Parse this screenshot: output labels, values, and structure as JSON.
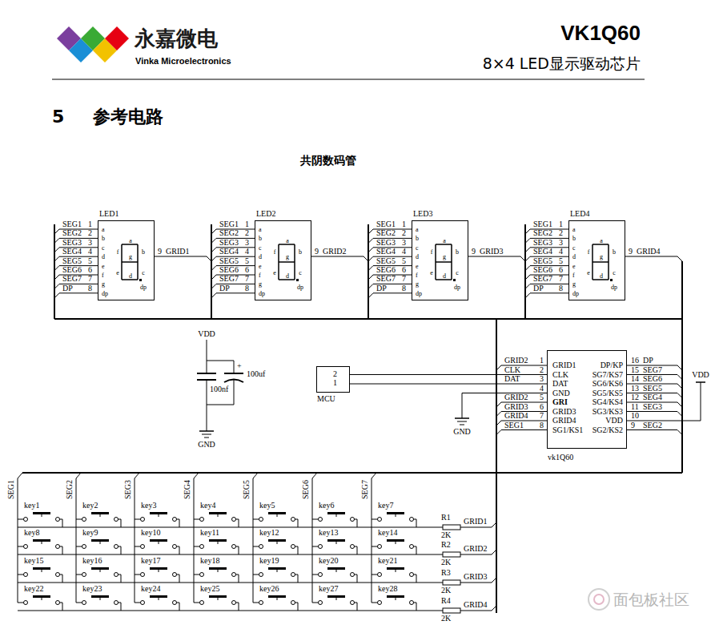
{
  "diagram": {
    "title": "5 参考电路",
    "nodes": [
      {
        "text": [
          "LED1",
          "a",
          "b",
          "c",
          "d",
          "e",
          "f",
          "g",
          "dp",
          "a",
          "f",
          "b",
          "g",
          "e",
          "c",
          "d",
          "dp"
        ]
      },
      {
        "text": [
          "LED2",
          "a",
          "b",
          "c",
          "d",
          "e",
          "f",
          "g",
          "dp",
          "a",
          "f",
          "b",
          "g",
          "e",
          "c",
          "d",
          "dp"
        ]
      },
      {
        "text": [
          "LED3",
          "a",
          "b",
          "c",
          "d",
          "e",
          "f",
          "g",
          "dp",
          "a",
          "f",
          "b",
          "g",
          "e",
          "c",
          "d",
          "dp"
        ]
      },
      {
        "text": [
          "LED4",
          "a",
          "b",
          "c",
          "d",
          "e",
          "f",
          "g",
          "dp",
          "a",
          "f",
          "b",
          "g",
          "e",
          "c",
          "d",
          "dp"
        ]
      },
      {
        "text": [
          "2",
          "1",
          "MCU"
        ]
      },
      {
        "text": [
          "GRID1",
          "CLK",
          "DAT",
          "GND",
          "GRI",
          "GRID3",
          "GRID4",
          "SG1/KS1",
          "DP/KP",
          "SG7/KS7",
          "SG6/KS6",
          "SG5/KS5",
          "SG4/KS4",
          "SG3/KS3",
          "VDD",
          "SG2/KS2",
          "vk1Q60"
        ]
      }
    ],
    "edges": [
      {
        "from": 4,
        "to": 5,
        "arrow": "none"
      },
      {
        "from": 4,
        "to": 5,
        "arrow": "none"
      }
    ],
    "labels": [
      "永嘉微电",
      "Vinka Microelectronics",
      "VK1Q60",
      "8×4 LED显示驱动芯片",
      "共阴数码管",
      "SEG1",
      "1",
      "SEG2",
      "2",
      "SEG3",
      "3",
      "SEG4",
      "4",
      "SEG5",
      "5",
      "SEG6",
      "6",
      "SEG7",
      "7",
      "DP",
      "8",
      "9",
      "GRID1",
      "SEG1",
      "1",
      "SEG2",
      "2",
      "SEG3",
      "3",
      "SEG4",
      "4",
      "SEG5",
      "5",
      "SEG6",
      "6",
      "SEG7",
      "7",
      "DP",
      "8",
      "9",
      "GRID2",
      "SEG1",
      "1",
      "SEG2",
      "2",
      "SEG3",
      "3",
      "SEG4",
      "4",
      "SEG5",
      "5",
      "SEG6",
      "6",
      "SEG7",
      "7",
      "DP",
      "8",
      "9",
      "GRID3",
      "SEG1",
      "1",
      "SEG2",
      "2",
      "SEG3",
      "3",
      "SEG4",
      "4",
      "SEG5",
      "5",
      "SEG6",
      "6",
      "SEG7",
      "7",
      "DP",
      "8",
      "9",
      "GRID4",
      "VDD",
      "+",
      "100uf",
      "100nf",
      "GND",
      "GRID2",
      "1",
      "CLK",
      "2",
      "DAT",
      "3",
      "4",
      "GRID2",
      "5",
      "GRID3",
      "6",
      "GRID4",
      "7",
      "SEG1",
      "8",
      "16",
      "DP",
      "15",
      "SEG7",
      "14",
      "SEG6",
      "13",
      "SEG5",
      "12",
      "SEG4",
      "11",
      "SEG3",
      "10",
      "9",
      "SEG2",
      "VDD",
      "GND",
      "SEG1",
      "SEG2",
      "SEG3",
      "SEG4",
      "SEG5",
      "SEG6",
      "SEG7",
      "key1",
      "key2",
      "key3",
      "key4",
      "key5",
      "key6",
      "key7",
      "key8",
      "key9",
      "key10",
      "key11",
      "key12",
      "key13",
      "key14",
      "key15",
      "key16",
      "key17",
      "key18",
      "key19",
      "key20",
      "key21",
      "key22",
      "key23",
      "key24",
      "key25",
      "key26",
      "key27",
      "key28",
      "R1",
      "2K",
      "GRID1",
      "R2",
      "2K",
      "GRID2",
      "R3",
      "2K",
      "GRID3",
      "R4",
      "2K",
      "GRID4",
      "面包板社区"
    ]
  }
}
